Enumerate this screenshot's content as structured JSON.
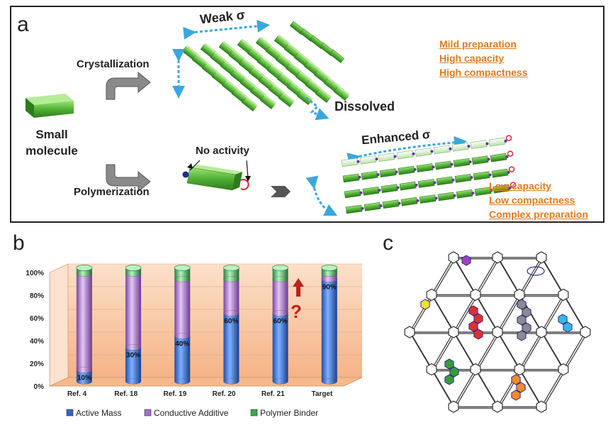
{
  "panel_a": {
    "letter": "a",
    "labels": {
      "crystallization": "Crystallization",
      "small": "Small",
      "molecule": "molecule",
      "polymerization": "Polymerization",
      "weak": "Weak σ",
      "dissolved": "Dissolved",
      "no_activity": "No activity",
      "enhanced": "Enhanced σ"
    },
    "top_notes": [
      "Mild preparation",
      "High capacity",
      "High compactness"
    ],
    "bottom_notes": [
      "Low capacity",
      "Low compactness",
      "Complex preparation"
    ],
    "colors": {
      "note": "#e07a1c",
      "green": "#4fb232",
      "arrow_blue": "#3aa7de"
    }
  },
  "panel_b": {
    "letter": "b",
    "question_mark": "?",
    "colors": {
      "active": "#2e63c9",
      "additive": "#a56fc8",
      "binder": "#3aa84a",
      "floor": "#f4a874",
      "arrow": "#c0201c"
    }
  },
  "panel_c": {
    "letter": "c"
  },
  "chart_data": {
    "type": "bar",
    "categories": [
      "Ref. 4",
      "Ref. 18",
      "Ref. 19",
      "Ref. 20",
      "Ref. 21",
      "Target"
    ],
    "y_ticks": [
      "0%",
      "20%",
      "40%",
      "60%",
      "80%",
      "100%"
    ],
    "ylim": [
      0,
      100
    ],
    "series": [
      {
        "name": "Active Mass",
        "values": [
          10,
          30,
          40,
          60,
          60,
          90
        ]
      },
      {
        "name": "Conductive Additive",
        "values": [
          85,
          65,
          50,
          30,
          30,
          5
        ]
      },
      {
        "name": "Polymer Binder",
        "values": [
          5,
          5,
          10,
          10,
          10,
          5
        ]
      }
    ],
    "value_labels": [
      "10%",
      "30%",
      "40%",
      "60%",
      "60%",
      "90%"
    ],
    "legend": [
      "Active Mass",
      "Conductive Additive",
      "Polymer Binder"
    ]
  }
}
